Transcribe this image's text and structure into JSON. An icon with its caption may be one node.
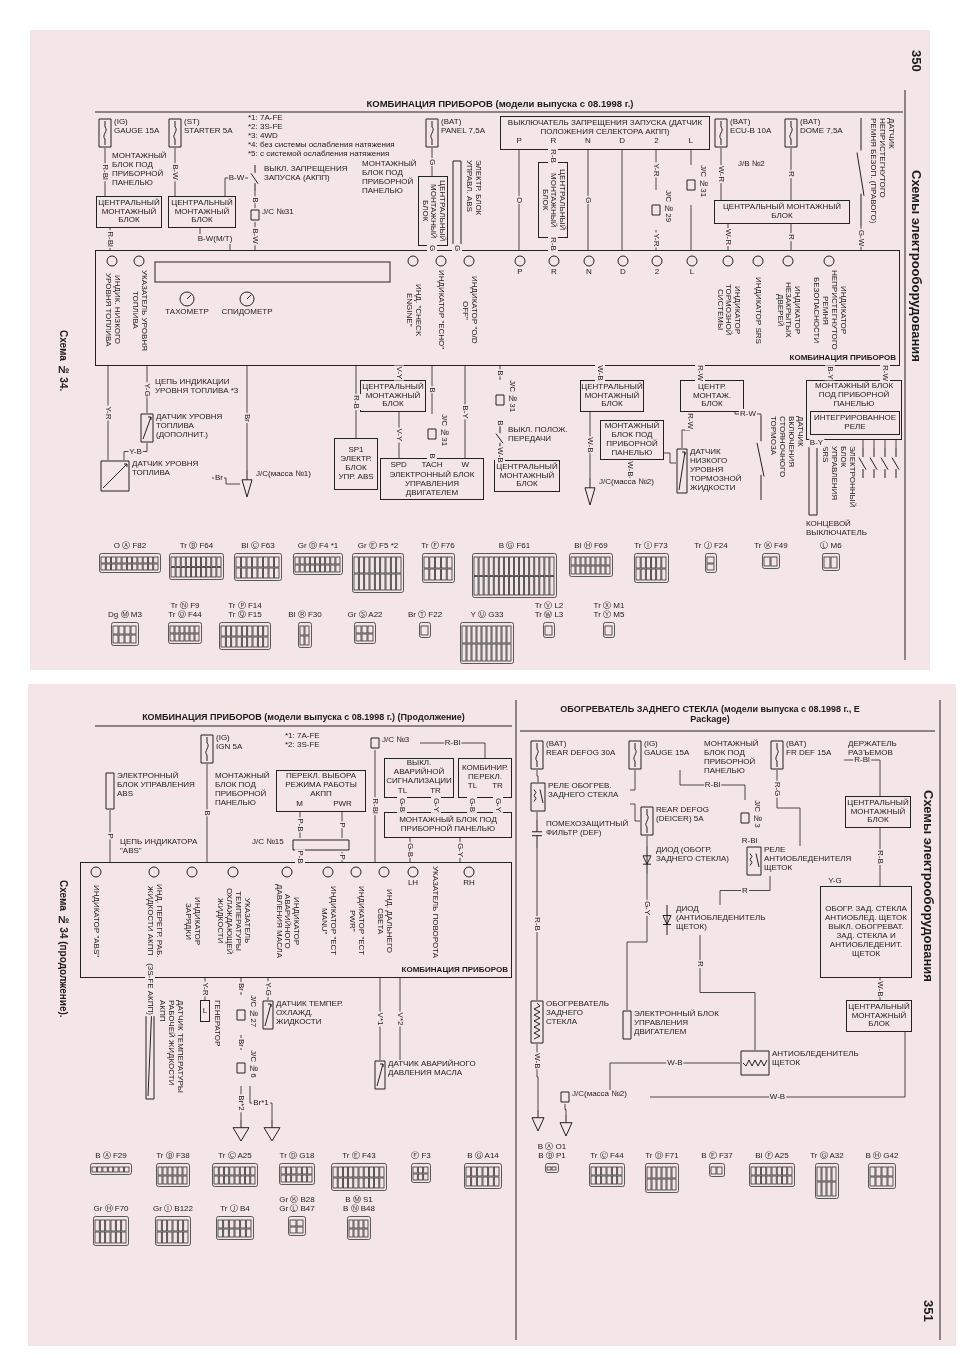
{
  "diagram": {
    "title": "КОМБИНАЦИЯ ПРИБОРОВ (модели выпуска с 08.1998 г.)",
    "nodes": [
      {
        "text": [
          "(IG)",
          "GAUGE 15A"
        ]
      },
      {
        "text": [
          "(ST)",
          "STARTER 5A"
        ]
      },
      {
        "text": [
          "ЦЕНТРАЛЬНЫЙ МОНТАЖНЫЙ БЛОК"
        ]
      },
      {
        "text": [
          "ЦЕНТРАЛЬНЫЙ МОНТАЖНЫЙ БЛОК"
        ]
      },
      {
        "text": [
          "ВЫКЛ. ЗАПРЕЩЕНИЯ ЗАПУСКА (АКПП)"
        ]
      },
      {
        "text": [
          "J/C №31"
        ]
      },
      {
        "text": [
          "(BAT)",
          "PANEL 7,5A"
        ]
      },
      {
        "text": [
          "ЦЕНТРАЛЬНЫЙ МОНТАЖНЫЙ БЛОК"
        ]
      },
      {
        "text": [
          "ЭЛЕКТР. БЛОК УПРАВЛ. ABS"
        ]
      },
      {
        "text": [
          "ВЫКЛЮЧАТЕЛЬ ЗАПРЕЩЕНИЯ ЗАПУСКА (ДАТЧИК ПОЛОЖЕНИЯ СЕЛЕКТОРА АКПП)",
          "P",
          "R",
          "N",
          "D",
          "2",
          "L"
        ]
      },
      {
        "text": [
          "ЦЕНТРАЛЬНЫЙ МОНТАЖНЫЙ БЛОК"
        ]
      },
      {
        "text": [
          "J/C №29"
        ]
      },
      {
        "text": [
          "J/C №31"
        ]
      },
      {
        "text": [
          "(BAT)",
          "ECU-B 10A"
        ]
      },
      {
        "text": [
          "(BAT)",
          "DOME 7,5A"
        ]
      },
      {
        "text": [
          "ДАТЧИК НЕПРИСТЕГНУТОГО РЕМНЯ БЕЗОП. (ПРАВОГО)"
        ]
      },
      {
        "text": [
          "ЦЕНТРАЛЬНЫЙ МОНТАЖНЫЙ БЛОК"
        ]
      },
      {
        "text": [
          "КОМБИНАЦИЯ ПРИБОРОВ"
        ]
      },
      {
        "text": [
          "ИНДИК. НИЗКОГО УРОВНЯ ТОПЛИВА"
        ],
        "in": 17
      },
      {
        "text": [
          "УКАЗАТЕЛЬ УРОВНЯ ТОПЛИВА"
        ],
        "in": 17
      },
      {
        "text": [
          "ТАХОМЕТР"
        ],
        "in": 17
      },
      {
        "text": [
          "СПИДОМЕТР"
        ],
        "in": 17
      },
      {
        "text": [
          "ИНД. \"CHECK ENGINE\""
        ],
        "in": 17
      },
      {
        "text": [
          "ИНДИКАТОР \"ECHO\""
        ],
        "in": 17
      },
      {
        "text": [
          "ИНДИКАТОР \"O/D OFF\""
        ],
        "in": 17
      },
      {
        "text": [
          "P"
        ],
        "in": 17
      },
      {
        "text": [
          "R"
        ],
        "in": 17
      },
      {
        "text": [
          "N"
        ],
        "in": 17
      },
      {
        "text": [
          "D"
        ],
        "in": 17
      },
      {
        "text": [
          "2"
        ],
        "in": 17
      },
      {
        "text": [
          "L"
        ],
        "in": 17
      },
      {
        "text": [
          "ИНДИКАТОР ТОРМОЗНОЙ СИСТЕМЫ"
        ],
        "in": 17
      },
      {
        "text": [
          "ИНДИКАТОР SRS"
        ],
        "in": 17
      },
      {
        "text": [
          "ИНДИКАТОР НЕЗАКРЫТЫХ ДВЕРЕЙ"
        ],
        "in": 17
      },
      {
        "text": [
          "ИНДИКАТОР НЕПРИСТЕГНУТОГО РЕМНЯ БЕЗОПАСНОСТИ"
        ],
        "in": 17
      },
      {
        "text": [
          "ДАТЧИК УРОВНЯ ТОПЛИВА"
        ]
      },
      {
        "text": [
          "ДАТЧИК УРОВНЯ ТОПЛИВА (ДОПОЛНИТ.)"
        ]
      },
      {
        "text": [
          "J/C(масса №1)"
        ]
      },
      {
        "text": [
          "SP1",
          "ЭЛЕКТР. БЛОК УПР. ABS"
        ]
      },
      {
        "text": [
          "ЦЕНТРАЛЬНЫЙ МОНТАЖНЫЙ БЛОК"
        ]
      },
      {
        "text": [
          "J/C №31"
        ]
      },
      {
        "text": [
          "SPD",
          "TACH",
          "W",
          "ЭЛЕКТРОННЫЙ БЛОК УПРАВЛЕНИЯ ДВИГАТЕЛЕМ"
        ]
      },
      {
        "text": [
          "J/C №31"
        ]
      },
      {
        "text": [
          "ВЫКЛ. ПОЛОЖ. ПЕРЕДАЧИ"
        ]
      },
      {
        "text": [
          "ЦЕНТРАЛЬНЫЙ МОНТАЖНЫЙ БЛОК"
        ]
      },
      {
        "text": [
          "ЦЕНТРАЛЬНЫЙ МОНТАЖНЫЙ БЛОК"
        ]
      },
      {
        "text": [
          "МОНТАЖНЫЙ БЛОК ПОД ПРИБОРНОЙ ПАНЕЛЬЮ"
        ]
      },
      {
        "text": [
          "J/C(масса №2)"
        ]
      },
      {
        "text": [
          "ДАТЧИК НИЗКОГО УРОВНЯ ТОРМОЗНОЙ ЖИДКОСТИ"
        ]
      },
      {
        "text": [
          "ЦЕНТР. МОНТАЖ. БЛОК"
        ]
      },
      {
        "text": [
          "ДАТЧИК ВКЛЮЧЕНИЯ СТОЯНОЧНОГО ТОРМОЗА"
        ]
      },
      {
        "text": [
          "МОНТАЖНЫЙ БЛОК ПОД ПРИБОРНОЙ ПАНЕЛЬЮ"
        ]
      },
      {
        "text": [
          "ИНТЕГРИРОВАННОЕ РЕЛЕ"
        ],
        "in": 51
      },
      {
        "text": [
          "ЭЛЕКТРОННЫЙ БЛОК УПРАВЛЕНИЯ SRS"
        ]
      },
      {
        "text": [],
        "shape": "switch"
      },
      {
        "text": [],
        "shape": "switch"
      },
      {
        "text": [],
        "shape": "switch"
      },
      {
        "text": [],
        "shape": "switch"
      },
      {
        "text": [
          "(IG)",
          "IGN 5A"
        ]
      },
      {
        "text": [
          "ЭЛЕКТРОННЫЙ БЛОК УПРАВЛЕНИЯ ABS"
        ]
      },
      {
        "text": [
          "ПЕРЕКЛ. ВЫБОРА РЕЖИМА РАБОТЫ АКПП",
          "M",
          "PWR"
        ]
      },
      {
        "text": [
          "J/C №15"
        ]
      },
      {
        "text": [
          "J/C №3"
        ]
      },
      {
        "text": [
          "ВЫКЛ. АВАРИЙНОЙ СИГНАЛИЗАЦИИ",
          "TL",
          "TR"
        ]
      },
      {
        "text": [
          "КОМБИНИР. ПЕРЕКЛ.",
          "TL",
          "TR"
        ]
      },
      {
        "text": [
          "МОНТАЖНЫЙ БЛОК ПОД ПРИБОРНОЙ ПАНЕЛЬЮ"
        ]
      },
      {
        "text": [
          "КОМБИНАЦИЯ ПРИБОРОВ"
        ]
      },
      {
        "text": [
          "ИНДИКАТОР \"ABS\""
        ],
        "in": 66
      },
      {
        "text": [
          "ИНД. ПЕРЕГР. РАБ. ЖИДКОСТИ АКПП"
        ],
        "in": 66
      },
      {
        "text": [
          "ИНДИКАТОР ЗАРЯДКИ"
        ],
        "in": 66
      },
      {
        "text": [
          "УКАЗАТЕЛЬ ТЕМПЕРАТУРЫ ОХЛАЖДАЮЩЕЙ ЖИДКОСТИ"
        ],
        "in": 66
      },
      {
        "text": [
          "ИНДИКАТОР АВАРИЙНОГО ДАВЛЕНИЯ МАСЛА"
        ],
        "in": 66
      },
      {
        "text": [
          "ИНДИКАТОР \"ECT MANU\""
        ],
        "in": 66
      },
      {
        "text": [
          "ИНДИКАТОР \"ECT PWR\""
        ],
        "in": 66
      },
      {
        "text": [
          "ИНД. ДАЛЬНЕГО СВЕТА"
        ],
        "in": 66
      },
      {
        "text": [
          "LH"
        ],
        "in": 66
      },
      {
        "text": [
          "RH"
        ],
        "in": 66
      },
      {
        "text": [
          "ДАТЧИК ТЕМПЕРАТУРЫ РАБОЧЕЙ ЖИДКОСТИ АКПП"
        ]
      },
      {
        "text": [
          "L",
          "ГЕНЕРАТОР"
        ]
      },
      {
        "text": [
          "J/C №27"
        ]
      },
      {
        "text": [
          "J/C №6"
        ]
      },
      {
        "text": [
          "ДАТЧИК ТЕМПЕР. ОХЛАЖД. ЖИДКОСТИ"
        ]
      },
      {
        "text": [
          "ДАТЧИК АВАРИЙНОГО ДАВЛЕНИЯ МАСЛА"
        ]
      },
      {
        "text": [],
        "shape": "triangle"
      },
      {
        "text": [],
        "shape": "triangle"
      },
      {
        "text": [
          "(BAT)",
          "REAR DEFOG 30A"
        ]
      },
      {
        "text": [
          "(IG)",
          "GAUGE 15A"
        ]
      },
      {
        "text": [
          "(BAT)",
          "FR DEF 15A"
        ]
      },
      {
        "text": [
          "РЕЛЕ ОБОГРЕВ. ЗАДНЕГО СТЕКЛА"
        ]
      },
      {
        "text": [
          "REAR DEFOG (DEICER) 5A"
        ]
      },
      {
        "text": [
          "ДИОД (ОБОГР. ЗАДНЕГО СТЕКЛА)"
        ]
      },
      {
        "text": [
          "ПОМЕХОЗАЩИТНЫЙ ФИЛЬТР (DEF)"
        ]
      },
      {
        "text": [
          "J/C №3"
        ]
      },
      {
        "text": [
          "РЕЛЕ АНТИОБЛЕДЕНИТЕЛЯ ЩЕТОК"
        ]
      },
      {
        "text": [
          "ЦЕНТРАЛЬНЫЙ МОНТАЖНЫЙ БЛОК"
        ]
      },
      {
        "text": [
          "ОБОГР. ЗАД. СТЕКЛА",
          "АНТИОБЛЕД. ЩЕТОК",
          "ВЫКЛ. ОБОГРЕВАТ. ЗАД. СТЕКЛА И АНТИОБЛЕДЕНИТ. ЩЕТОК"
        ]
      },
      {
        "text": [
          "ЦЕНТРАЛЬНЫЙ МОНТАЖНЫЙ БЛОК"
        ]
      },
      {
        "text": [
          "ДИОД (АНТИОБЛЕДЕНИТЕЛЬ ЩЕТОК)"
        ]
      },
      {
        "text": [
          "ЭЛЕКТРОННЫЙ БЛОК УПРАВЛЕНИЯ ДВИГАТЕЛЕМ"
        ]
      },
      {
        "text": [
          "ОБОГРЕВАТЕЛЬ ЗАДНЕГО СТЕКЛА"
        ]
      },
      {
        "text": [
          "АНТИОБЛЕДЕНИТЕЛЬ ЩЕТОК"
        ]
      },
      {
        "text": [
          "J/C(масса №2)"
        ]
      },
      {
        "text": [],
        "shape": "triangle"
      },
      {
        "text": [],
        "shape": "triangle"
      }
    ],
    "edges": [
      {
        "from": 0,
        "to": 2,
        "arrow": "none",
        "label": "R-Bl"
      },
      {
        "from": 1,
        "to": 3,
        "arrow": "none",
        "label": "B-W"
      },
      {
        "from": 4,
        "to": 3,
        "arrow": "none",
        "label": "B-W"
      },
      {
        "from": 4,
        "to": 5,
        "arrow": "none",
        "label": "B"
      },
      {
        "from": 2,
        "to": 17,
        "arrow": "none",
        "label": "R-Bl"
      },
      {
        "from": 3,
        "to": 17,
        "arrow": "none",
        "label": "B-W(M/T)"
      },
      {
        "from": 5,
        "to": 17,
        "arrow": "none",
        "label": "B-W"
      },
      {
        "from": 6,
        "to": 7,
        "arrow": "none",
        "label": "G"
      },
      {
        "from": 7,
        "to": 17,
        "arrow": "none",
        "label": "G"
      },
      {
        "from": 8,
        "to": 17,
        "arrow": "none",
        "label": "G"
      },
      {
        "from": 9,
        "to": 17,
        "arrow": "none",
        "label": "O"
      },
      {
        "from": 9,
        "to": 10,
        "arrow": "none",
        "label": "R-B"
      },
      {
        "from": 10,
        "to": 17,
        "arrow": "none",
        "label": "R-B"
      },
      {
        "from": 9,
        "to": 17,
        "arrow": "none",
        "label": "G"
      },
      {
        "from": 9,
        "to": 17,
        "arrow": "none"
      },
      {
        "from": 9,
        "to": 11,
        "arrow": "none",
        "label": "Y-R"
      },
      {
        "from": 11,
        "to": 17,
        "arrow": "none",
        "label": "Y-R"
      },
      {
        "from": 9,
        "to": 12,
        "arrow": "none"
      },
      {
        "from": 12,
        "to": 17,
        "arrow": "none"
      },
      {
        "from": 13,
        "to": 16,
        "arrow": "none",
        "label": "W-R"
      },
      {
        "from": 14,
        "to": 16,
        "arrow": "none",
        "label": "R"
      },
      {
        "from": 16,
        "to": 17,
        "arrow": "none",
        "label": "W-R"
      },
      {
        "from": 16,
        "to": 17,
        "arrow": "none",
        "label": "R"
      },
      {
        "from": 15,
        "to": 17,
        "arrow": "none",
        "label": "G-W"
      },
      {
        "from": 17,
        "to": 35,
        "arrow": "none",
        "label": "Y-R"
      },
      {
        "from": 17,
        "to": 36,
        "arrow": "none",
        "label": "Y-G"
      },
      {
        "from": 36,
        "to": 35,
        "arrow": "none",
        "label": "Y-B"
      },
      {
        "from": 35,
        "to": 37,
        "arrow": "none",
        "label": "Br"
      },
      {
        "from": 17,
        "to": 37,
        "arrow": "none",
        "label": "Br"
      },
      {
        "from": 17,
        "to": 38,
        "arrow": "none",
        "label": "R-B"
      },
      {
        "from": 17,
        "to": 39,
        "arrow": "none",
        "label": "V-Y"
      },
      {
        "from": 39,
        "to": 41,
        "arrow": "none",
        "label": "V-Y"
      },
      {
        "from": 17,
        "to": 40,
        "arrow": "none",
        "label": "B"
      },
      {
        "from": 40,
        "to": 41,
        "arrow": "none",
        "label": "B"
      },
      {
        "from": 17,
        "to": 41,
        "arrow": "none",
        "label": "B-Y"
      },
      {
        "from": 17,
        "to": 42,
        "arrow": "none",
        "label": "B"
      },
      {
        "from": 42,
        "to": 43,
        "arrow": "none",
        "label": "B"
      },
      {
        "from": 43,
        "to": 44,
        "arrow": "none",
        "label": "W-B"
      },
      {
        "from": 17,
        "to": 45,
        "arrow": "none",
        "label": "W-B"
      },
      {
        "from": 45,
        "to": 47,
        "arrow": "none",
        "label": "W-B"
      },
      {
        "from": 46,
        "to": 47,
        "arrow": "none",
        "label": "W-B"
      },
      {
        "from": 46,
        "to": 48,
        "arrow": "none"
      },
      {
        "from": 17,
        "to": 49,
        "arrow": "none",
        "label": "R-W"
      },
      {
        "from": 49,
        "to": 48,
        "arrow": "none",
        "label": "R-W"
      },
      {
        "from": 49,
        "to": 50,
        "arrow": "none",
        "label": "R-W"
      },
      {
        "from": 17,
        "to": 51,
        "arrow": "none",
        "label": "B-Y"
      },
      {
        "from": 17,
        "to": 51,
        "arrow": "none",
        "label": "R-W"
      },
      {
        "from": 51,
        "to": 53,
        "arrow": "none",
        "label": "B-Y"
      },
      {
        "from": 51,
        "to": 54,
        "arrow": "none"
      },
      {
        "from": 51,
        "to": 55,
        "arrow": "none"
      },
      {
        "from": 51,
        "to": 56,
        "arrow": "none"
      },
      {
        "from": 51,
        "to": 57,
        "arrow": "none"
      },
      {
        "from": 59,
        "to": 66,
        "arrow": "none",
        "label": "P"
      },
      {
        "from": 58,
        "to": 66,
        "arrow": "none",
        "label": "B"
      },
      {
        "from": 60,
        "to": 61,
        "arrow": "none",
        "label": "P-B"
      },
      {
        "from": 60,
        "to": 61,
        "arrow": "none",
        "label": "P"
      },
      {
        "from": 61,
        "to": 66,
        "arrow": "none",
        "label": "P-B"
      },
      {
        "from": 61,
        "to": 66,
        "arrow": "none",
        "label": "P"
      },
      {
        "from": 62,
        "to": 66,
        "arrow": "none",
        "label": "R-Bl"
      },
      {
        "from": 62,
        "to": 64,
        "arrow": "none",
        "label": "R-Bl"
      },
      {
        "from": 63,
        "to": 65,
        "arrow": "none",
        "label": "G-B"
      },
      {
        "from": 63,
        "to": 65,
        "arrow": "none",
        "label": "G-Y"
      },
      {
        "from": 64,
        "to": 65,
        "arrow": "none",
        "label": "G-B"
      },
      {
        "from": 64,
        "to": 65,
        "arrow": "none",
        "label": "G-Y"
      },
      {
        "from": 65,
        "to": 66,
        "arrow": "none",
        "label": "G-B"
      },
      {
        "from": 65,
        "to": 66,
        "arrow": "none",
        "label": "G-Y"
      },
      {
        "from": 66,
        "to": 77,
        "arrow": "none",
        "label": "(3S-FE АКПП)"
      },
      {
        "from": 66,
        "to": 78,
        "arrow": "none",
        "label": "Y-R"
      },
      {
        "from": 66,
        "to": 79,
        "arrow": "none",
        "label": "Br"
      },
      {
        "from": 79,
        "to": 80,
        "arrow": "none",
        "label": "Br"
      },
      {
        "from": 66,
        "to": 81,
        "arrow": "none",
        "label": "Y-G"
      },
      {
        "from": 66,
        "to": 82,
        "arrow": "none",
        "label": "V*1"
      },
      {
        "from": 66,
        "to": 82,
        "arrow": "none",
        "label": "V*2"
      },
      {
        "from": 80,
        "to": 83,
        "arrow": "none",
        "label": "Br*2"
      },
      {
        "from": 80,
        "to": 84,
        "arrow": "none",
        "label": "Br*1"
      },
      {
        "from": 85,
        "to": 88,
        "arrow": "none"
      },
      {
        "from": 86,
        "to": 88,
        "arrow": "none"
      },
      {
        "from": 88,
        "to": 89,
        "arrow": "none"
      },
      {
        "from": 89,
        "to": 90,
        "arrow": "none"
      },
      {
        "from": 88,
        "to": 91,
        "arrow": "none"
      },
      {
        "from": 86,
        "to": 92,
        "arrow": "none",
        "label": "R-Bl"
      },
      {
        "from": 92,
        "to": 93,
        "arrow": "none",
        "label": "R-Bl"
      },
      {
        "from": 87,
        "to": 93,
        "arrow": "none",
        "label": "R-G"
      },
      {
        "from": 87,
        "to": 94,
        "arrow": "none",
        "label": "R-Bl"
      },
      {
        "from": 94,
        "to": 95,
        "arrow": "none",
        "label": "R-B"
      },
      {
        "from": 93,
        "to": 95,
        "arrow": "none",
        "label": "Y-G"
      },
      {
        "from": 95,
        "to": 96,
        "arrow": "none",
        "label": "W-B"
      },
      {
        "from": 93,
        "to": 97,
        "arrow": "none",
        "label": "R"
      },
      {
        "from": 90,
        "to": 98,
        "arrow": "none",
        "label": "G-Y"
      },
      {
        "from": 91,
        "to": 99,
        "arrow": "none",
        "label": "R-B"
      },
      {
        "from": 97,
        "to": 100,
        "arrow": "none",
        "label": "R"
      },
      {
        "from": 100,
        "to": 101,
        "arrow": "none",
        "label": "W-B"
      },
      {
        "from": 96,
        "to": 101,
        "arrow": "none",
        "label": "W-B"
      },
      {
        "from": 99,
        "to": 102,
        "arrow": "none",
        "label": "W-B"
      },
      {
        "from": 101,
        "to": 103,
        "arrow": "none"
      }
    ],
    "labels": [
      "*1: 7A-FE",
      "*2: 3S-FE",
      "*3: 4WD",
      "*4: без системы ослабления натяжения",
      "*5: с системой ослабления натяжения",
      "МОНТАЖНЫЙ БЛОК ПОД ПРИБОРНОЙ ПАНЕЛЬЮ",
      "МОНТАЖНЫЙ БЛОК ПОД ПРИБОРНОЙ ПАНЕЛЬЮ",
      "J/B №2",
      "ЦЕПЬ ИНДИКАЦИИ УРОВНЯ ТОПЛИВА *3",
      "КОНЦЕВОЙ ВЫКЛЮЧАТЕЛЬ",
      "Схемы электрооборудования",
      "350",
      "Схема № 34.",
      "O Ⓐ F82",
      "Tr Ⓑ F64",
      "Bl Ⓒ F63",
      "Gr Ⓓ F4 *1",
      "Gr Ⓔ F5 *2",
      "Tr Ⓕ F76",
      "B Ⓖ F61",
      "Bl Ⓗ F69",
      "Tr Ⓘ F73",
      "Tr Ⓙ F24",
      "Tr Ⓚ F49",
      "Ⓛ M6",
      "Dg Ⓜ M3",
      "Tr Ⓝ F9",
      "Tr Ⓞ F44",
      "Tr Ⓟ F14",
      "Tr Ⓠ F15",
      "Bl Ⓡ F30",
      "Gr Ⓢ A22",
      "Br Ⓣ F22",
      "Y Ⓤ G33",
      "Tr Ⓥ L2",
      "Tr Ⓦ L3",
      "Tr Ⓧ M1",
      "Tr Ⓨ M5",
      "КОМБИНАЦИЯ ПРИБОРОВ (модели выпуска с 08.1998 г.) (Продолжение)",
      "*1: 7A-FE",
      "*2: 3S-FE",
      "МОНТАЖНЫЙ БЛОК ПОД ПРИБОРНОЙ ПАНЕЛЬЮ",
      "ЦЕПЬ ИНДИКАТОРА \"ABS\"",
      "УКАЗАТЕЛЬ ПОВОРОТА",
      "Схема № 34 (продолжение).",
      "B Ⓐ F29",
      "Tr Ⓑ F38",
      "Tr Ⓒ A25",
      "Tr Ⓓ G18",
      "Tr Ⓔ F43",
      "Ⓕ F3",
      "B Ⓖ A14",
      "Gr Ⓗ F70",
      "Gr Ⓘ B122",
      "Tr Ⓙ B4",
      "Gr Ⓚ B28",
      "Gr Ⓛ B47",
      "B Ⓜ S1",
      "B Ⓝ B48",
      "ОБОГРЕВАТЕЛЬ ЗАДНЕГО СТЕКЛА (модели выпуска с 08.1998 г., E Package)",
      "МОНТАЖНЫЙ БЛОК ПОД ПРИБОРНОЙ ПАНЕЛЬЮ",
      "ДЕРЖАТЕЛЬ РАЗЪЕМОВ",
      "B Ⓐ O1",
      "B Ⓑ P1",
      "Tr Ⓒ F44",
      "Tr Ⓓ F71",
      "B Ⓔ F37",
      "Bl Ⓕ A25",
      "Tr Ⓖ A32",
      "B Ⓗ G42",
      "Схемы электрооборудования",
      "351"
    ]
  }
}
